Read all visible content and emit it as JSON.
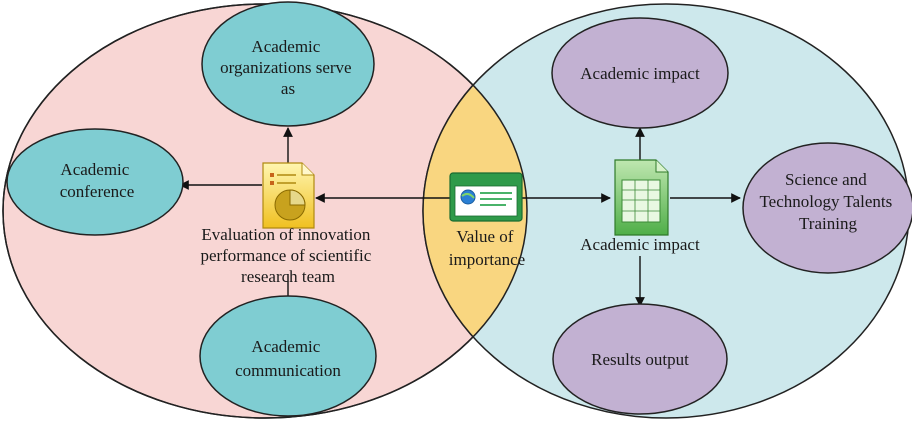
{
  "colors": {
    "left_circle": "#f8d6d4",
    "right_circle": "#cde8ec",
    "overlap": "#f9d680",
    "teal_node": "#7fcdd2",
    "purple_node": "#c2b1d2",
    "outline": "#222222"
  },
  "left_nodes": {
    "organizations": [
      "Academic",
      "organizations serve",
      "as"
    ],
    "conference": [
      "Academic",
      "conference"
    ],
    "communication": [
      "Academic",
      "communication"
    ]
  },
  "right_nodes": {
    "impact_top": [
      "Academic impact"
    ],
    "talents": [
      "Science and",
      "Technology Talents",
      "Training"
    ],
    "results": [
      "Results output"
    ]
  },
  "center": {
    "evaluation": [
      "Evaluation of innovation",
      "performance of scientific",
      "research team"
    ],
    "value": [
      "Value of",
      "importance"
    ],
    "impact_label": [
      "Academic impact"
    ]
  },
  "icons": {
    "left": "document-pie-chart-icon",
    "middle": "browser-window-icon",
    "right": "spreadsheet-document-icon"
  }
}
